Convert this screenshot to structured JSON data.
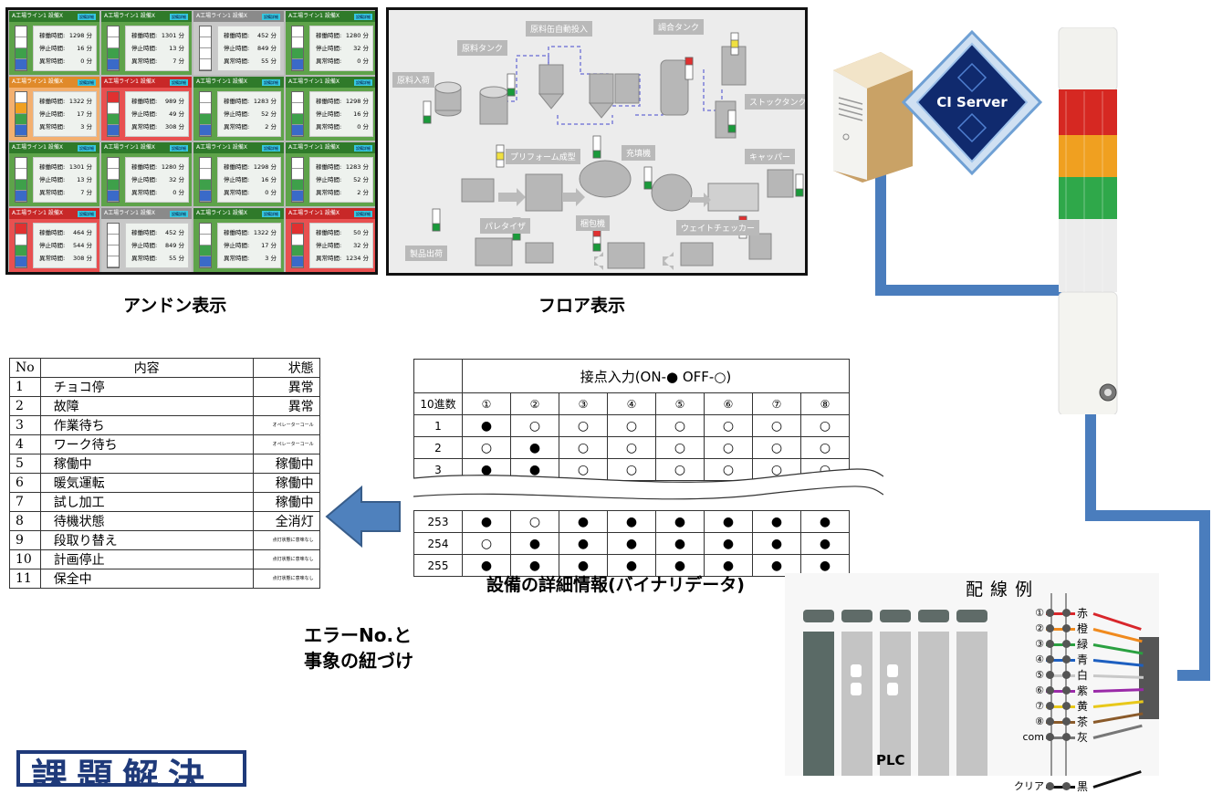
{
  "andon": {
    "caption": "アンドン表示",
    "tiles": [
      {
        "line": "A工場ライン1  設備X",
        "btn": "設備詳細",
        "run": "1298",
        "stop": "16",
        "err": "0",
        "theme": "green"
      },
      {
        "line": "A工場ライン1  設備X",
        "btn": "設備詳細",
        "run": "1301",
        "stop": "13",
        "err": "7",
        "theme": "green"
      },
      {
        "line": "A工場ライン1  設備X",
        "btn": "設備詳細",
        "run": "452",
        "stop": "849",
        "err": "55",
        "theme": "gray"
      },
      {
        "line": "A工場ライン1  設備X",
        "btn": "設備詳細",
        "run": "1280",
        "stop": "32",
        "err": "0",
        "theme": "green"
      },
      {
        "line": "A工場ライン1  設備X",
        "btn": "設備詳細",
        "run": "1322",
        "stop": "17",
        "err": "3",
        "theme": "orange"
      },
      {
        "line": "A工場ライン1  設備X",
        "btn": "設備詳細",
        "run": "989",
        "stop": "49",
        "err": "308",
        "theme": "red"
      },
      {
        "line": "A工場ライン1  設備X",
        "btn": "設備詳細",
        "run": "1283",
        "stop": "52",
        "err": "2",
        "theme": "green"
      },
      {
        "line": "A工場ライン1  設備X",
        "btn": "設備詳細",
        "run": "1298",
        "stop": "16",
        "err": "0",
        "theme": "green"
      },
      {
        "line": "A工場ライン1  設備X",
        "btn": "設備詳細",
        "run": "1301",
        "stop": "13",
        "err": "7",
        "theme": "green"
      },
      {
        "line": "A工場ライン1  設備X",
        "btn": "設備詳細",
        "run": "1280",
        "stop": "32",
        "err": "0",
        "theme": "green"
      },
      {
        "line": "A工場ライン1  設備X",
        "btn": "設備詳細",
        "run": "1298",
        "stop": "16",
        "err": "0",
        "theme": "green"
      },
      {
        "line": "A工場ライン1  設備X",
        "btn": "設備詳細",
        "run": "1283",
        "stop": "52",
        "err": "2",
        "theme": "green"
      },
      {
        "line": "A工場ライン1  設備X",
        "btn": "設備詳細",
        "run": "464",
        "stop": "544",
        "err": "308",
        "theme": "red"
      },
      {
        "line": "A工場ライン1  設備X",
        "btn": "設備詳細",
        "run": "452",
        "stop": "849",
        "err": "55",
        "theme": "gray"
      },
      {
        "line": "A工場ライン1  設備X",
        "btn": "設備詳細",
        "run": "1322",
        "stop": "17",
        "err": "3",
        "theme": "green"
      },
      {
        "line": "A工場ライン1  設備X",
        "btn": "設備詳細",
        "run": "50",
        "stop": "32",
        "err": "1234",
        "theme": "red"
      }
    ],
    "run_label": "稼働時間:",
    "stop_label": "停止時間:",
    "err_label": "異常時間:",
    "unit": "分"
  },
  "floor": {
    "caption": "フロア表示",
    "labels": [
      "原料入荷",
      "原料タンク",
      "原料缶自動投入",
      "調合タンク",
      "ストックタンク",
      "プリフォーム成型",
      "充填機",
      "キャッパー",
      "パレタイザ",
      "梱包機",
      "ウェイトチェッカー",
      "製品出荷"
    ]
  },
  "server": {
    "label": "CI Server"
  },
  "error_table": {
    "headers": [
      "No",
      "内容",
      "状態"
    ],
    "rows": [
      {
        "no": "1",
        "content": "チョコ停",
        "state": "異常"
      },
      {
        "no": "2",
        "content": "故障",
        "state": "異常"
      },
      {
        "no": "3",
        "content": "作業待ち",
        "state": "オペレーターコール"
      },
      {
        "no": "4",
        "content": "ワーク待ち",
        "state": "オペレーターコール"
      },
      {
        "no": "5",
        "content": "稼働中",
        "state": "稼働中"
      },
      {
        "no": "6",
        "content": "暖気運転",
        "state": "稼働中"
      },
      {
        "no": "7",
        "content": "試し加工",
        "state": "稼働中"
      },
      {
        "no": "8",
        "content": "待機状態",
        "state": "全消灯"
      },
      {
        "no": "9",
        "content": "段取り替え",
        "state": "点灯状態に意味なし"
      },
      {
        "no": "10",
        "content": "計画停止",
        "state": "点灯状態に意味なし"
      },
      {
        "no": "11",
        "content": "保全中",
        "state": "点灯状態に意味なし"
      }
    ]
  },
  "binary_table": {
    "header": "接点入力(ON-● OFF-○)",
    "corner": "10進数",
    "inputs": [
      "①",
      "②",
      "③",
      "④",
      "⑤",
      "⑥",
      "⑦",
      "⑧"
    ],
    "rows": [
      {
        "n": "1",
        "v": [
          1,
          0,
          0,
          0,
          0,
          0,
          0,
          0
        ]
      },
      {
        "n": "2",
        "v": [
          0,
          1,
          0,
          0,
          0,
          0,
          0,
          0
        ]
      },
      {
        "n": "3",
        "v": [
          1,
          1,
          0,
          0,
          0,
          0,
          0,
          0
        ]
      },
      {
        "n": "253",
        "v": [
          1,
          0,
          1,
          1,
          1,
          1,
          1,
          1
        ]
      },
      {
        "n": "254",
        "v": [
          0,
          1,
          1,
          1,
          1,
          1,
          1,
          1
        ]
      },
      {
        "n": "255",
        "v": [
          1,
          1,
          1,
          1,
          1,
          1,
          1,
          1
        ]
      }
    ],
    "on_symbol": "●",
    "off_symbol": "○",
    "caption": "設備の詳細情報(バイナリデータ)"
  },
  "mapping_caption": [
    "エラーNo.と",
    "事象の紐づけ"
  ],
  "wiring": {
    "title": "配 線 例",
    "rows": [
      {
        "n": "①",
        "color": "赤",
        "hex": "#d8262b"
      },
      {
        "n": "②",
        "color": "橙",
        "hex": "#f08a1d"
      },
      {
        "n": "③",
        "color": "緑",
        "hex": "#2aa040"
      },
      {
        "n": "④",
        "color": "青",
        "hex": "#1d5fc0"
      },
      {
        "n": "⑤",
        "color": "白",
        "hex": "#c8c8c8"
      },
      {
        "n": "⑥",
        "color": "紫",
        "hex": "#9a2aa8"
      },
      {
        "n": "⑦",
        "color": "黄",
        "hex": "#e8c81a"
      },
      {
        "n": "⑧",
        "color": "茶",
        "hex": "#8a5a2a"
      },
      {
        "n": "com",
        "color": "灰",
        "hex": "#777777"
      },
      {
        "n": "クリア",
        "color": "黒",
        "hex": "#111111"
      }
    ],
    "plc_label": "PLC"
  },
  "bottom_box": {
    "text": "課題解決"
  },
  "colors": {
    "accent_blue": "#4a7dbd",
    "arrow_blue": "#4f81bd"
  }
}
